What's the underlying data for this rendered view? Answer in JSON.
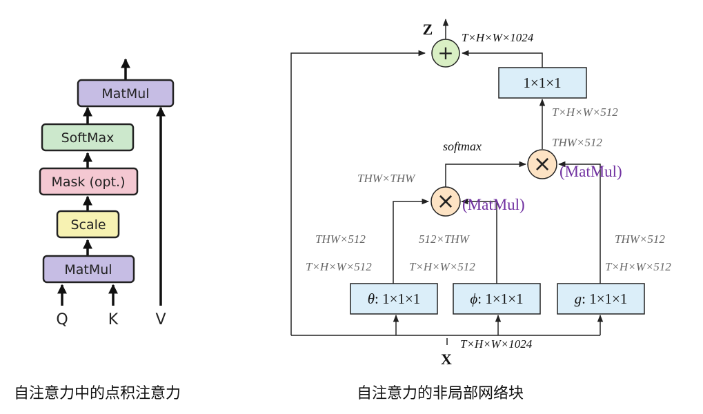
{
  "left": {
    "blocks": {
      "matmul_top": "MatMul",
      "softmax": "SoftMax",
      "mask": "Mask (opt.)",
      "scale": "Scale",
      "matmul_bottom": "MatMul"
    },
    "inputs": {
      "q": "Q",
      "k": "K",
      "v": "V"
    },
    "caption": "自注意力中的点积注意力",
    "colors": {
      "matmul": "#c6bde4",
      "softmax": "#cce8cc",
      "mask": "#f4c8d2",
      "scale": "#f7f2b2"
    }
  },
  "right": {
    "boxes": {
      "theta": {
        "sym": "θ",
        "rest": ": 1×1×1"
      },
      "phi": {
        "sym": "ϕ",
        "rest": ": 1×1×1"
      },
      "g": {
        "sym": "g",
        "rest": ": 1×1×1"
      },
      "top": "1×1×1"
    },
    "output_label": "Z",
    "input_label": "X",
    "plus_symbol": "+",
    "times_symbol": "×",
    "dims": {
      "z": "T×H×W×1024",
      "x": "T×H×W×1024",
      "top_box_in": "T×H×W×512",
      "right_mul_out": "THW×512",
      "left_mul_out": "THW×THW",
      "theta_shape": "THW×512",
      "theta_out": "T×H×W×512",
      "phi_shape": "512×THW",
      "phi_out": "T×H×W×512",
      "g_shape": "THW×512",
      "g_out": "T×H×W×512"
    },
    "softmax_label": "softmax",
    "matmul_annotations": {
      "left": "(MatMul)",
      "right": "(MatMul)"
    },
    "caption": "自注意力的非局部网络块",
    "colors": {
      "box_fill": "#dbeef9",
      "circle_fill": "#fde3c4",
      "plus_fill": "#d9efc4",
      "annotation": "#7030a0"
    }
  }
}
